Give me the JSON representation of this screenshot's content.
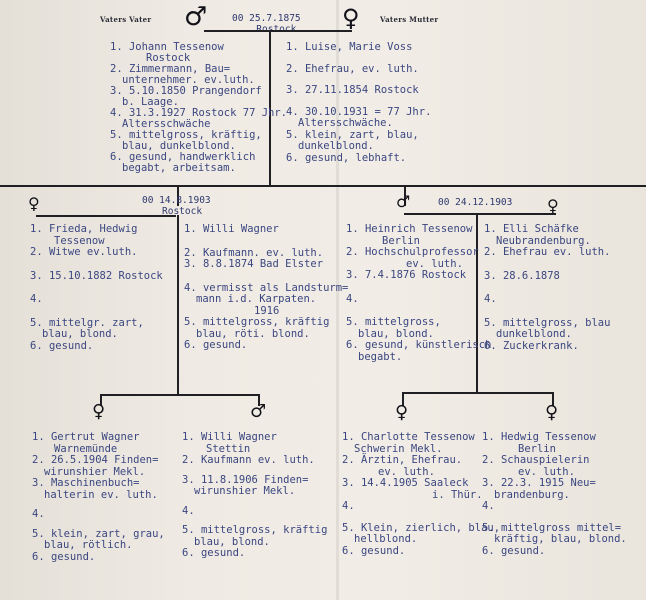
{
  "top": {
    "father_header": "Vaters Vater",
    "mother_header": "Vaters Mutter",
    "marriage_date": "00 25.7.1875",
    "marriage_place": "Rostock",
    "grandfather": [
      "1. Johann Tessenow",
      "Rostock",
      "2. Zimmermann, Bau=",
      "unternehmer. ev.luth.",
      "3. 5.10.1850 Prangendorf",
      "b. Laage.",
      "4. 31.3.1927 Rostock 77 Jhr.",
      "Altersschwäche",
      "5. mittelgross, kräftig,",
      "blau, dunkelblond.",
      "6. gesund, handwerklich",
      "begabt, arbeitsam."
    ],
    "grandmother": [
      "1. Luise, Marie Voss",
      "2. Ehefrau, ev. luth.",
      "3. 27.11.1854 Rostock",
      "4. 30.10.1931 = 77 Jhr.",
      "Altersschwäche.",
      "5. klein, zart, blau,",
      "dunkelblond.",
      "6. gesund, lebhaft."
    ]
  },
  "left_couple": {
    "marriage_date": "00 14.8.1903",
    "marriage_place": "Rostock",
    "wife": [
      "1. Frieda, Hedwig",
      "Tessenow",
      "2. Witwe ev.luth.",
      "3. 15.10.1882 Rostock",
      "4.",
      "5. mittelgr. zart,",
      "blau, blond.",
      "6. gesund."
    ],
    "husband": [
      "1. Willi Wagner",
      "2. Kaufmann. ev. luth.",
      "3. 8.8.1874 Bad Elster",
      "4. vermisst als Landsturm=",
      "mann i.d. Karpaten.",
      "1916",
      "5. mittelgross, kräftig",
      "blau, röti. blond.",
      "6. gesund."
    ]
  },
  "right_couple": {
    "marriage_date": "00 24.12.1903",
    "husband": [
      "1. Heinrich Tessenow",
      "Berlin",
      "2. Hochschulprofessor",
      "ev. luth.",
      "3. 7.4.1876 Rostock",
      "4.",
      "5. mittelgross,",
      "blau, blond.",
      "6. gesund, künstlerisch",
      "begabt."
    ],
    "wife": [
      "1. Elli Schäfke",
      "Neubrandenburg.",
      "2. Ehefrau ev. luth.",
      "3. 28.6.1878",
      "4.",
      "5. mittelgross, blau",
      "dunkelblond.",
      "6. Zuckerkrank."
    ]
  },
  "children": [
    {
      "lines": [
        "1. Gertrut Wagner",
        "Warnemünde",
        "2. 26.5.1904 Finden=",
        "wirunshier Mekl.",
        "3. Maschinenbuch=",
        "halterin ev. luth.",
        "4.",
        "5. klein, zart, grau,",
        "blau, rötlich.",
        "6. gesund."
      ]
    },
    {
      "lines": [
        "1. Willi Wagner",
        "Stettin",
        "2. Kaufmann ev. luth.",
        "3. 11.8.1906 Finden=",
        "wirunshier Mekl.",
        "4.",
        "5. mittelgross, kräftig",
        "blau, blond.",
        "6. gesund."
      ]
    },
    {
      "lines": [
        "1. Charlotte Tessenow",
        "Schwerin Mekl.",
        "2. Ärztin, Ehefrau.",
        "ev. luth.",
        "3. 14.4.1905 Saaleck",
        "i. Thür.",
        "4.",
        "5. Klein, zierlich, blau,",
        "hellblond.",
        "6. gesund."
      ]
    },
    {
      "lines": [
        "1. Hedwig Tessenow",
        "Berlin",
        "2. Schauspielerin",
        "ev. luth.",
        "3. 22.3. 1915 Neu=",
        "brandenburg.",
        "4.",
        "5. mittelgross mittel=",
        "kräftig, blau, blond.",
        "6. gesund."
      ]
    }
  ]
}
